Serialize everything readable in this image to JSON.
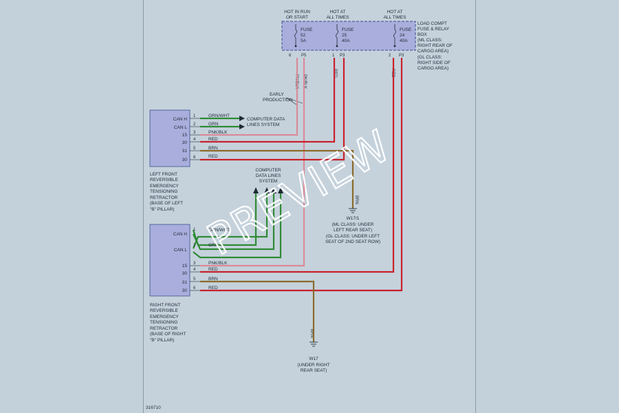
{
  "fuse_box": {
    "header_run": [
      "HOT IN RUN",
      "OR START"
    ],
    "header_always_1": [
      "HOT AT",
      "ALL TIMES"
    ],
    "header_always_2": [
      "HOT AT",
      "ALL TIMES"
    ],
    "fuse_52": [
      "FUSE",
      "52",
      "5A"
    ],
    "fuse_25": [
      "FUSE",
      "25",
      "40A"
    ],
    "fuse_24": [
      "FUSE",
      "24",
      "40A"
    ],
    "label": [
      "LOAD COMPT",
      "FUSE & RELAY",
      "BOX",
      "(ML CLASS:",
      "RIGHT REAR OF",
      "CARGO AREA)",
      "(GL CLASS:",
      "RIGHT SIDE OF",
      "CARGO AREA)"
    ],
    "pins": [
      "6",
      "P5",
      "1",
      "P3",
      "2",
      "P3"
    ]
  },
  "wire_codes": {
    "vertical_1": "PK/BLK",
    "vertical_2": "PK/BLK",
    "vertical_3": "RED",
    "vertical_4": "RED",
    "vertical_5": "BRN",
    "vertical_6": "BRN"
  },
  "early_production": [
    "EARLY",
    "PRODUCTION"
  ],
  "left_retractor": {
    "can_h": "CAN H",
    "can_l": "CAN L",
    "rows": [
      {
        "pin": "1",
        "num": "",
        "wire": "GRN/WHT"
      },
      {
        "pin": "2",
        "num": "",
        "wire": "GRN"
      },
      {
        "pin": "3",
        "num": "15",
        "wire": "PNK/BLK"
      },
      {
        "pin": "4",
        "num": "30",
        "wire": "RED"
      },
      {
        "pin": "5",
        "num": "31",
        "wire": "BRN"
      },
      {
        "pin": "6",
        "num": "30",
        "wire": "RED"
      }
    ],
    "label": [
      "LEFT FRONT",
      "REVERSIBLE",
      "EMERGENCY",
      "TENSIONING",
      "RETRACTOR",
      "(BASE OF LEFT",
      "\"B\" PILLAR)"
    ]
  },
  "computer_data_1": [
    "COMPUTER DATA",
    "LINES SYSTEM"
  ],
  "computer_data_2": [
    "COMPUTER",
    "DATA LINES",
    "SYSTEM"
  ],
  "ground_w17_1": {
    "wire": "BRN",
    "label": [
      "W17/1",
      "(ML CLASS: UNDER",
      "LEFT REAR SEAT)",
      "(GL CLASS: UNDER LEFT",
      "SEAT OF 2ND SEAT ROW)"
    ]
  },
  "right_retractor": {
    "can_h": "CAN H",
    "can_l": "CAN L",
    "rows": [
      {
        "pin": "1",
        "num": "",
        "wire": "GRN/WHT"
      },
      {
        "pin": "2",
        "num": "",
        "wire": "GRN"
      },
      {
        "pin": "3",
        "num": "15",
        "wire": "PNK/BLK"
      },
      {
        "pin": "4",
        "num": "30",
        "wire": "RED"
      },
      {
        "pin": "5",
        "num": "31",
        "wire": "BRN"
      },
      {
        "pin": "6",
        "num": "30",
        "wire": "RED"
      }
    ],
    "label": [
      "RIGHT FRONT",
      "REVERSIBLE",
      "EMERGENCY",
      "TENSIONING",
      "RETRACTOR",
      "(BASE OF RIGHT",
      "\"B\" PILLAR)"
    ]
  },
  "ground_w17": {
    "wire": "BRN",
    "label": [
      "W17",
      "(UNDER RIGHT",
      "REAR SEAT)"
    ]
  },
  "figure_id": "316710",
  "watermark": "PREVIEW",
  "colors": {
    "red": "#c8202a",
    "green": "#2f8a35",
    "pink": "#d98a98",
    "brown": "#8a6a2a",
    "component": "#a9aedc"
  }
}
